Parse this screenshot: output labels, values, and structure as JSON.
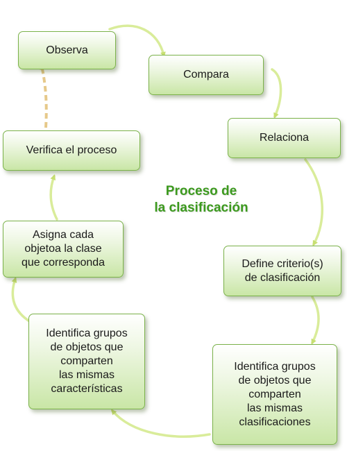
{
  "title": {
    "line1": "Proceso de",
    "line2": "la clasificación"
  },
  "steps": {
    "observa": [
      "Observa"
    ],
    "compara": [
      "Compara"
    ],
    "relaciona": [
      "Relaciona"
    ],
    "define": [
      "Define criterio(s)",
      "de clasificación"
    ],
    "identifica_clasificaciones": [
      "Identifica grupos",
      "de objetos que",
      "comparten",
      "las mismas",
      "clasificaciones"
    ],
    "identifica_caracteristicas": [
      "Identifica grupos",
      "de objetos que",
      "comparten",
      "las mismas",
      "características"
    ],
    "asigna": [
      "Asigna cada",
      "objetoa la clase",
      "que corresponda"
    ],
    "verifica": [
      "Verifica el proceso"
    ]
  },
  "colors": {
    "box_border": "#7bb24a",
    "box_fill": "#c9e6a6",
    "arrow": "#d9ec9a",
    "dashed_arrow": "#e6c98a",
    "title": "#3c9a1e"
  }
}
